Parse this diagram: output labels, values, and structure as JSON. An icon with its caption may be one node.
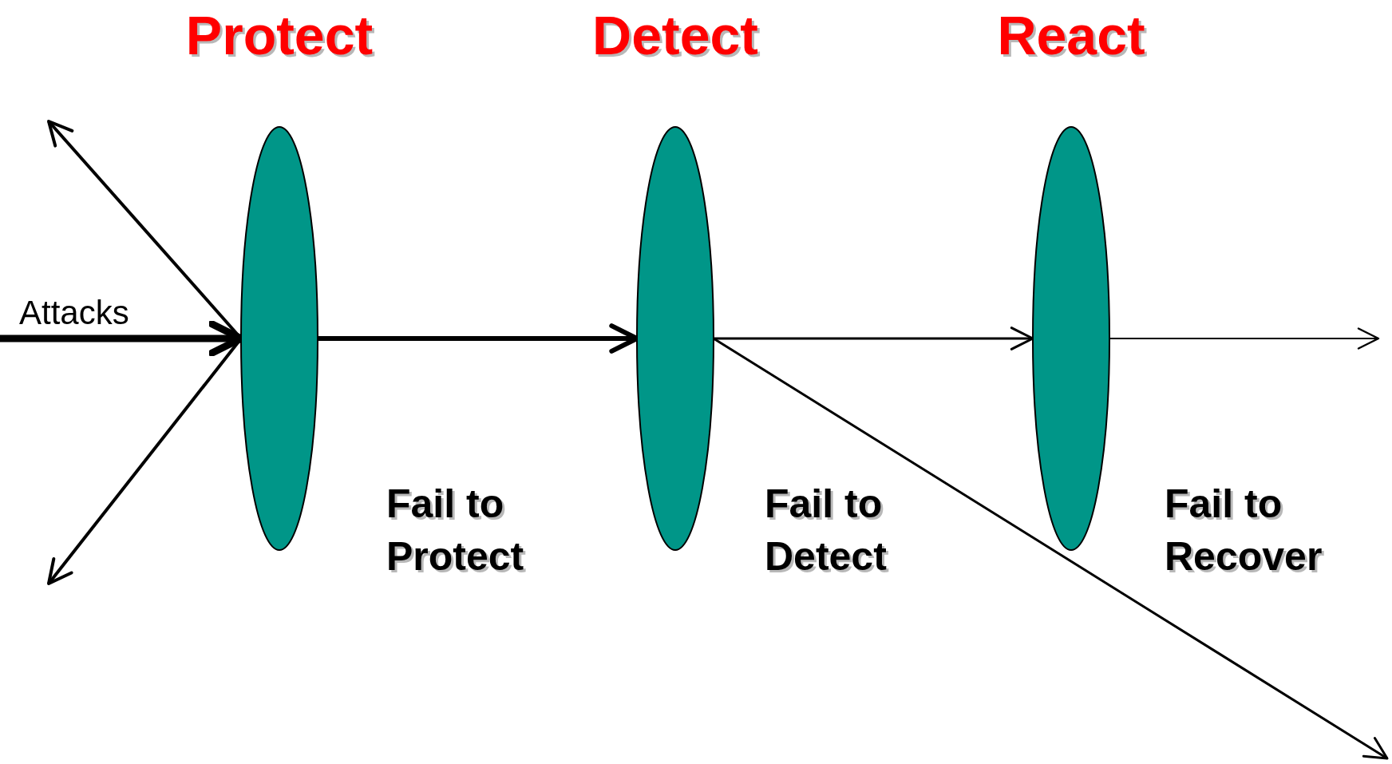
{
  "diagram": {
    "nodes": [
      {
        "text": [
          "Protect"
        ]
      },
      {
        "text": [
          "Detect"
        ]
      },
      {
        "text": [
          "React"
        ]
      }
    ],
    "edges": [
      {
        "from": null,
        "to": 0,
        "arrow": "to",
        "label": "Attacks",
        "style": "thick"
      },
      {
        "from": 0,
        "to": null,
        "arrow": "to"
      },
      {
        "from": 0,
        "to": null,
        "arrow": "to"
      },
      {
        "from": 0,
        "to": 1,
        "arrow": "to"
      },
      {
        "from": 1,
        "to": 2,
        "arrow": "to"
      },
      {
        "from": 1,
        "to": null,
        "arrow": "to"
      },
      {
        "from": 2,
        "to": null,
        "arrow": "to"
      }
    ],
    "labels": [
      "Fail to Protect",
      "Fail to Detect",
      "Fail to Recover"
    ]
  }
}
